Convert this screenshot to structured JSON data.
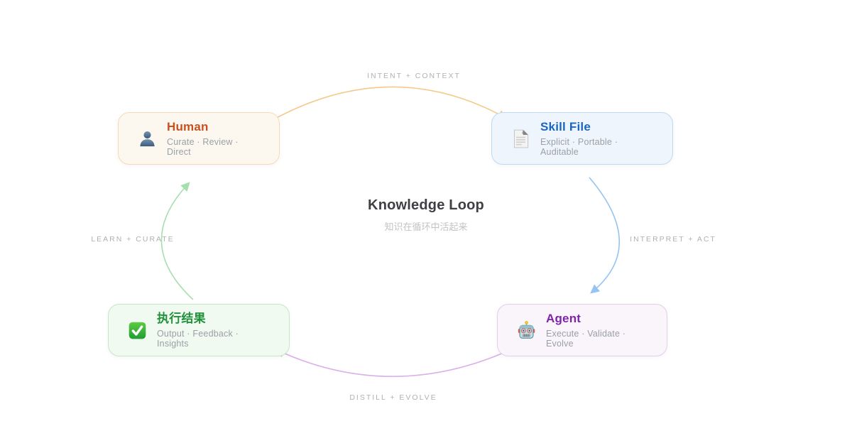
{
  "center": {
    "heading": "Knowledge Loop",
    "subheading": "知识在循环中活起来"
  },
  "nodes": [
    {
      "id": "human",
      "label": "Human",
      "sub": "Curate · Review · Direct",
      "icon": "person-icon",
      "title_color": "#c8511f",
      "bg": "#fdf8ef",
      "border": "#f3dcb5"
    },
    {
      "id": "skill-file",
      "label": "Skill File",
      "sub": "Explicit · Portable · Auditable",
      "icon": "document-icon",
      "title_color": "#1a66c2",
      "bg": "#eef5fc",
      "border": "#bedaf3"
    },
    {
      "id": "agent",
      "label": "Agent",
      "sub": "Execute · Validate · Evolve",
      "icon": "robot-icon",
      "title_color": "#7d24a8",
      "bg": "#faf4fb",
      "border": "#e2cdec"
    },
    {
      "id": "result",
      "label": "执行结果",
      "sub": "Output · Feedback · Insights",
      "icon": "check-icon",
      "title_color": "#21913c",
      "bg": "#f1faf1",
      "border": "#c4e7c6"
    }
  ],
  "edges": [
    {
      "id": "intent",
      "label": "INTENT + CONTEXT",
      "color": "#f6c889"
    },
    {
      "id": "interpret",
      "label": "INTERPRET + ACT",
      "color": "#94c4f2"
    },
    {
      "id": "distill",
      "label": "DISTILL + EVOLVE",
      "color": "#d9aeea"
    },
    {
      "id": "learn",
      "label": "LEARN + CURATE",
      "color": "#a5dfae"
    }
  ]
}
